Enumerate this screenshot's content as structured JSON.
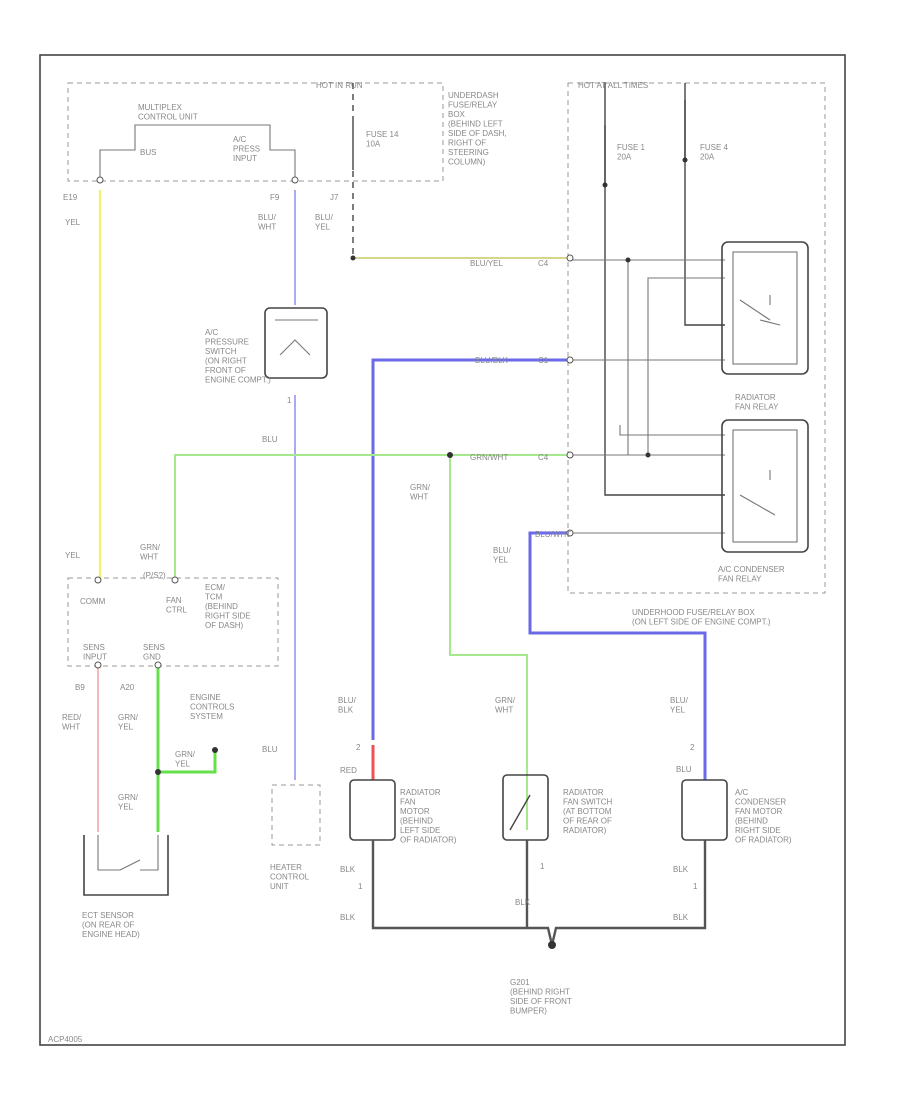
{
  "colors": {
    "yellow": "#f2f27a",
    "blue": "#a9a9f5",
    "blue_dark": "#6a6ae6",
    "green": "#a6e88c",
    "green_bright": "#66e04a",
    "yellow_green": "#d6d68a",
    "red": "#f0a0a0",
    "red_bright": "#f05050",
    "wire_gray": "#444444"
  },
  "labels": {
    "hot_in_run": "HOT IN RUN",
    "hot_at_all_times": "HOT AT ALL TIMES",
    "multiplex_control_unit": [
      "MULTIPLEX",
      "CONTROL UNIT"
    ],
    "bus": "BUS",
    "ac_press_input": [
      "A/C",
      "PRESS",
      "INPUT"
    ],
    "underdash_box": [
      "UNDERDASH",
      "FUSE/RELAY",
      "BOX",
      "(BEHIND LEFT",
      "SIDE OF DASH,",
      "RIGHT OF",
      "STEERING",
      "COLUMN)"
    ],
    "fuse_14": [
      "FUSE 14",
      "10A"
    ],
    "fuse_1": [
      "FUSE 1",
      "20A"
    ],
    "fuse_4": [
      "FUSE 4",
      "20A"
    ],
    "pin_e19": "E19",
    "pin_f9": "F9",
    "pin_j7": "J7",
    "yel_1": "YEL",
    "blu_wht_1": [
      "BLU/",
      "WHT"
    ],
    "blu_yel_1": [
      "BLU/",
      "YEL"
    ],
    "blu_yel_c4": "BLU/YEL",
    "c4_1": "C4",
    "ac_pressure_switch": [
      "A/C",
      "PRESSURE",
      "SWITCH",
      "(ON RIGHT",
      "FRONT OF",
      "ENGINE COMPT.)"
    ],
    "pin_1_acsw": "1",
    "blu_1": "BLU",
    "blu_blk_c1": "BLU/BLK",
    "c1": "C1",
    "radiator_fan_relay": [
      "RADIATOR",
      "FAN RELAY"
    ],
    "grn_wht_c4": "GRN/WHT",
    "c4_2": "C4",
    "grn_wht_1": [
      "GRN/",
      "WHT"
    ],
    "blu_wht_c3": "BLU/WHT",
    "blu_yel_2": [
      "BLU/",
      "YEL"
    ],
    "ac_condenser_fan_relay": [
      "A/C CONDENSER",
      "FAN RELAY"
    ],
    "underhood_box": [
      "UNDERHOOD FUSE/RELAY BOX",
      "(ON LEFT SIDE OF ENGINE COMPT.)"
    ],
    "yel_2": "YEL",
    "grn_wht_2": [
      "GRN/",
      "WHT"
    ],
    "grn_wht_pin": "(P/S?)",
    "ecm_tcm": [
      "ECM/",
      "TCM",
      "(BEHIND",
      "RIGHT SIDE",
      "OF DASH)"
    ],
    "comm": "COMM",
    "fan_ctrl": [
      "FAN",
      "CTRL"
    ],
    "sens_input": [
      "SENS",
      "INPUT"
    ],
    "sens_gnd": [
      "SENS",
      "GND"
    ],
    "pin_b9": "B9",
    "pin_a20": "A20",
    "red_wht": [
      "RED/",
      "WHT"
    ],
    "grn_yel_1": [
      "GRN/",
      "YEL"
    ],
    "engine_controls_system": [
      "ENGINE",
      "CONTROLS",
      "SYSTEM"
    ],
    "grn_yel_2": [
      "GRN/",
      "YEL"
    ],
    "grn_yel_3": [
      "GRN/",
      "YEL"
    ],
    "ect_sensor": [
      "ECT SENSOR",
      "(ON REAR OF",
      "ENGINE HEAD)"
    ],
    "blu_2": "BLU",
    "heater_control_unit": [
      "HEATER",
      "CONTROL",
      "UNIT"
    ],
    "blu_blk_2": [
      "BLU/",
      "BLK"
    ],
    "pin_2_fan": "2",
    "red_1": "RED",
    "radiator_fan_motor": [
      "RADIATOR",
      "FAN",
      "MOTOR",
      "(BEHIND",
      "LEFT SIDE",
      "OF RADIATOR)"
    ],
    "blk_1": "BLK",
    "pin_1_fan": "1",
    "blk_2": "BLK",
    "grn_wht_3": [
      "GRN/",
      "WHT"
    ],
    "radiator_fan_switch": [
      "RADIATOR",
      "FAN SWITCH",
      "(AT BOTTOM",
      "OF REAR OF",
      "RADIATOR)"
    ],
    "pin_1_sw": "1",
    "blk_3": "BLK",
    "blu_yel_3": [
      "BLU/",
      "YEL"
    ],
    "pin_2_cond": "2",
    "blu_3": "BLU",
    "ac_condenser_fan_motor": [
      "A/C",
      "CONDENSER",
      "FAN MOTOR",
      "(BEHIND",
      "RIGHT SIDE",
      "OF RADIATOR)"
    ],
    "blk_4": "BLK",
    "pin_1_cond": "1",
    "blk_5": "BLK",
    "g201": [
      "G201",
      "(BEHIND RIGHT",
      "SIDE OF FRONT",
      "BUMPER)"
    ],
    "footer_code": "ACP4005"
  }
}
